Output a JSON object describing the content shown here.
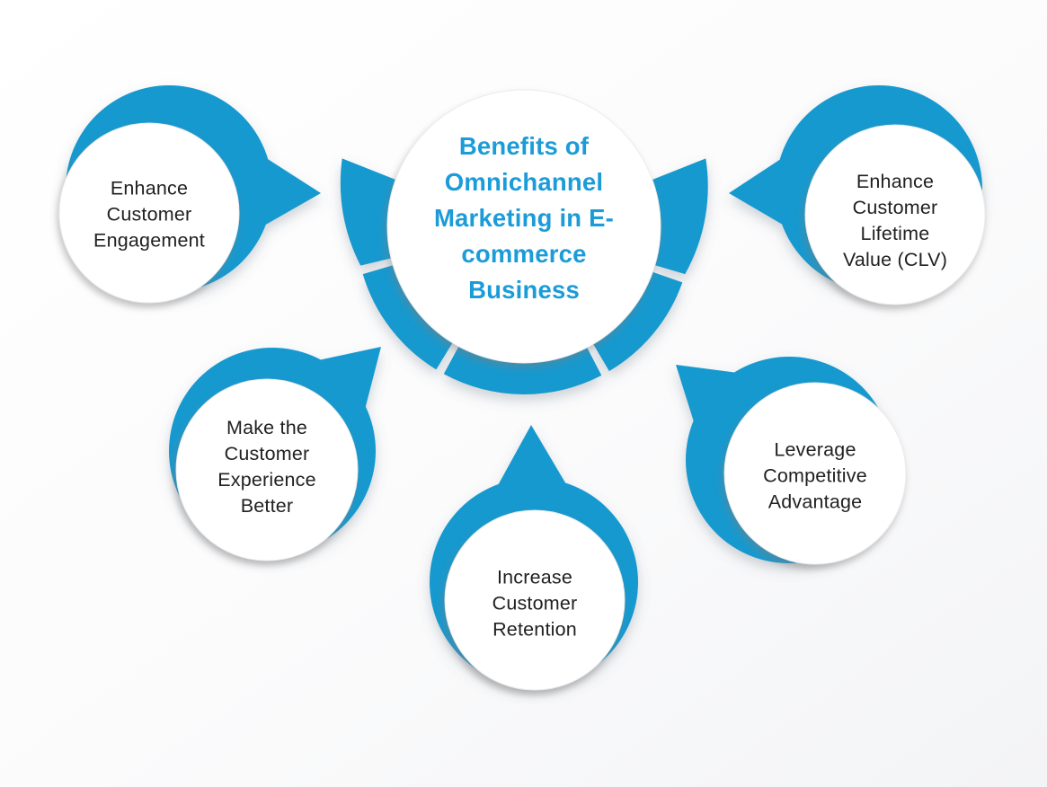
{
  "colors": {
    "accent": "#1899cf",
    "title_text": "#1b9cd8",
    "label_text": "#212121",
    "background_top": "#ffffff",
    "background_bottom": "#f3f4f6",
    "bubble_fill": "#ffffff",
    "bubble_rim": "#e6e6e6"
  },
  "hub": {
    "title": "Benefits of\nOmnichannel\nMarketing in E-\ncommerce\nBusiness",
    "ring_segment_count": 5
  },
  "satellites": [
    {
      "id": "enhance-customer-engagement",
      "position": "top-left",
      "label": "Enhance\nCustomer\nEngagement"
    },
    {
      "id": "enhance-customer-lifetime-value",
      "position": "top-right",
      "label": "Enhance\nCustomer\nLifetime\nValue (CLV)"
    },
    {
      "id": "make-customer-experience-better",
      "position": "middle-left",
      "label": "Make the\nCustomer\nExperience\nBetter"
    },
    {
      "id": "leverage-competitive-advantage",
      "position": "middle-right",
      "label": "Leverage\nCompetitive\nAdvantage"
    },
    {
      "id": "increase-customer-retention",
      "position": "bottom-center",
      "label": "Increase\nCustomer\nRetention"
    }
  ]
}
